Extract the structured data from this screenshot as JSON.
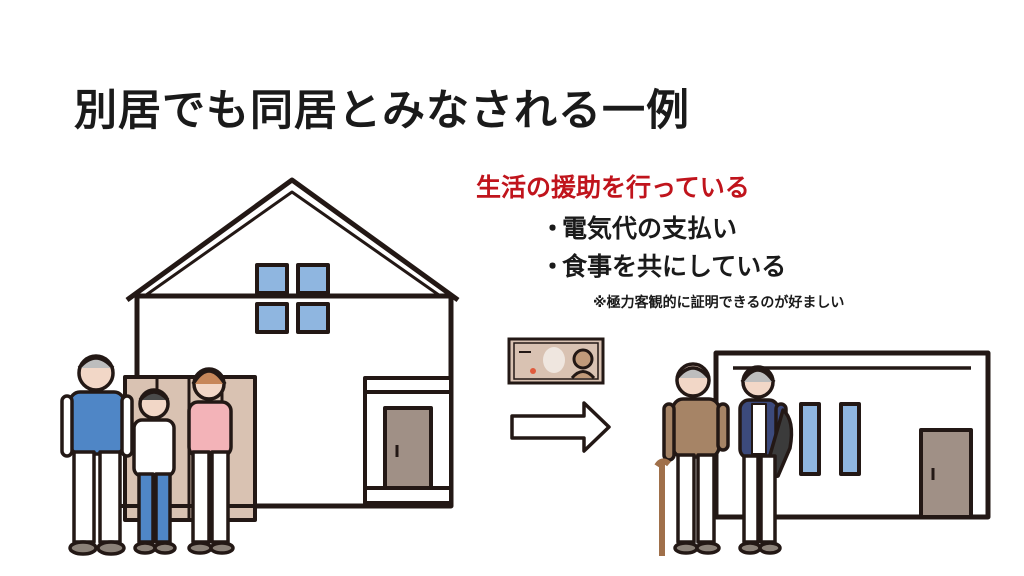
{
  "title": "別居でも同居とみなされる一例",
  "subtitle": "生活の援助を行っている",
  "bullets": [
    "電気代の支払い",
    "食事を共にしている"
  ],
  "bullet_marker": "・",
  "note": "※極力客観的に証明できるのが好ましい",
  "colors": {
    "accent_red": "#c0141c",
    "window_blue": "#8fb6e0",
    "door_brown": "#a09086",
    "fence_tan": "#d9c2b2",
    "outline": "#231815"
  },
  "icons": [
    "family-illustration",
    "house-illustration",
    "banknote-icon",
    "arrow-right-icon",
    "elderly-couple-illustration",
    "small-house-illustration"
  ]
}
